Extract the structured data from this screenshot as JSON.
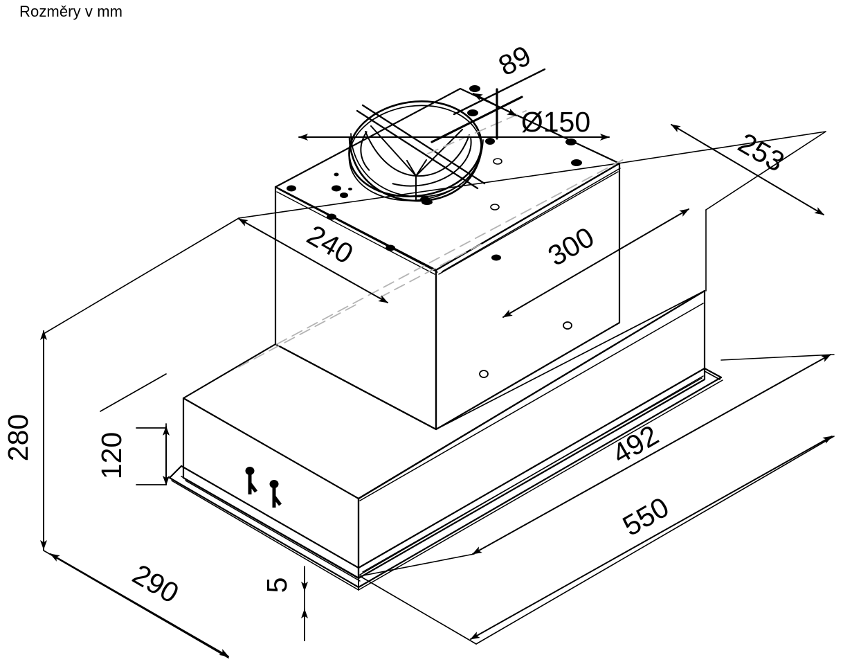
{
  "title": "Rozměry v mm",
  "units": "mm",
  "drawing": {
    "type": "isometric-technical-drawing",
    "subject": "built-in cooker hood",
    "line_color": "#000000",
    "background_color": "#ffffff",
    "hidden_line_color": "#b4b4b4"
  },
  "dimensions": {
    "duct_offset": "89",
    "duct_diameter": "Ø150",
    "top_depth": "253",
    "motor_box_depth": "240",
    "motor_box_width": "300",
    "total_height": "280",
    "body_height": "120",
    "inner_width": "492",
    "total_width": "550",
    "total_depth": "290",
    "flange_thickness": "5"
  }
}
